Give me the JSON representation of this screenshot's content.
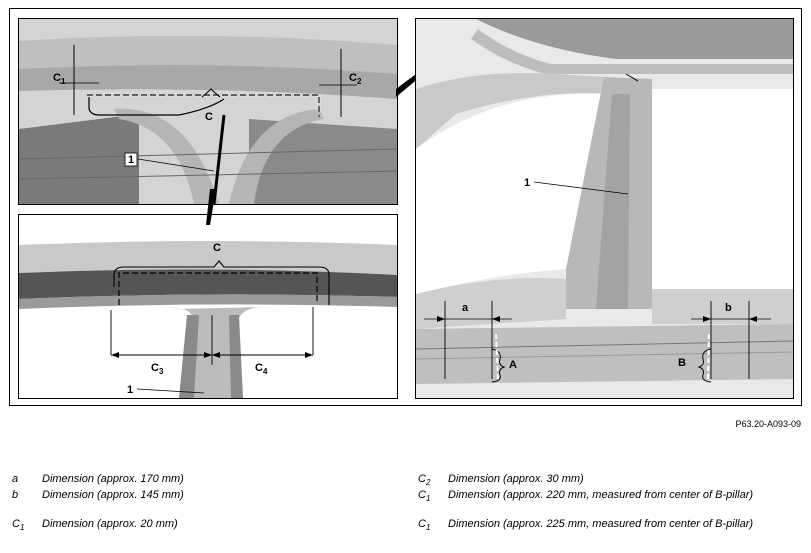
{
  "figure": {
    "code": "P63.20-A093-09",
    "callouts": {
      "c1_letter": "C",
      "c1_sub": "1",
      "c2_letter": "C",
      "c2_sub": "2",
      "c3_letter": "C",
      "c3_sub": "3",
      "c4_letter": "C",
      "c4_sub": "4",
      "c_top": "C",
      "c_bottom": "C",
      "part_1": "1",
      "dim_a": "a",
      "dim_b": "b",
      "zone_A": "A",
      "zone_B": "B"
    }
  },
  "legend": [
    {
      "sym": "a",
      "sub": "",
      "desc": "Dimension (approx. 170 mm)"
    },
    {
      "sym": "b",
      "sub": "",
      "desc": "Dimension (approx. 145 mm)"
    },
    {
      "sym": "C",
      "sub": "1",
      "desc": "Dimension (approx. 20 mm)"
    },
    {
      "sym": "C",
      "sub": "2",
      "desc": "Dimension (approx. 30 mm)"
    },
    {
      "sym": "C",
      "sub": "1",
      "desc": "Dimension (approx. 220 mm, measured from center of B-pillar)"
    },
    {
      "sym": "C",
      "sub": "1",
      "desc": "Dimension (approx. 225 mm, measured from center of B-pillar)"
    }
  ]
}
